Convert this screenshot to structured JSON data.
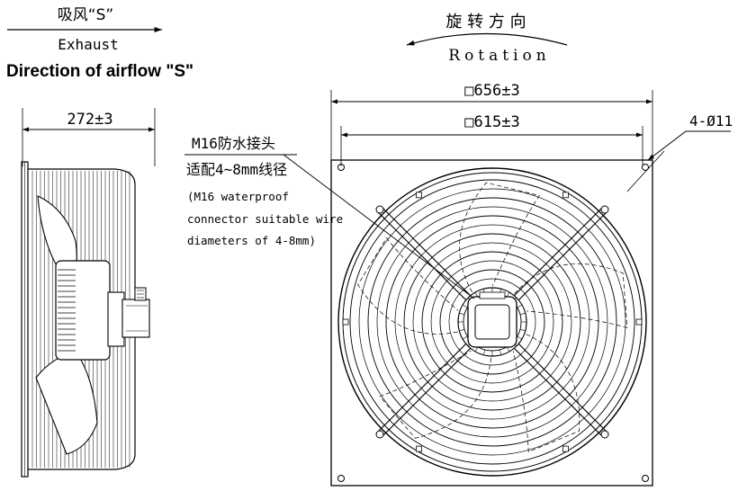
{
  "airflow": {
    "chinese": "吸风“S”",
    "english": "Exhaust",
    "direction": "Direction of airflow \"S\""
  },
  "rotation": {
    "chinese": "旋 转 方 向",
    "english": "Rotation"
  },
  "dimensions": {
    "side_depth": "272±3",
    "overall_width": "□656±3",
    "hole_spacing": "□615±3",
    "mounting_holes": "4-Ø11"
  },
  "connector": {
    "line1": "M16防水接头",
    "line2": "适配4~8mm线径",
    "line3": "(M16 waterproof",
    "line4": "connector suitable wire",
    "line5": "diameters of 4-8mm)"
  }
}
